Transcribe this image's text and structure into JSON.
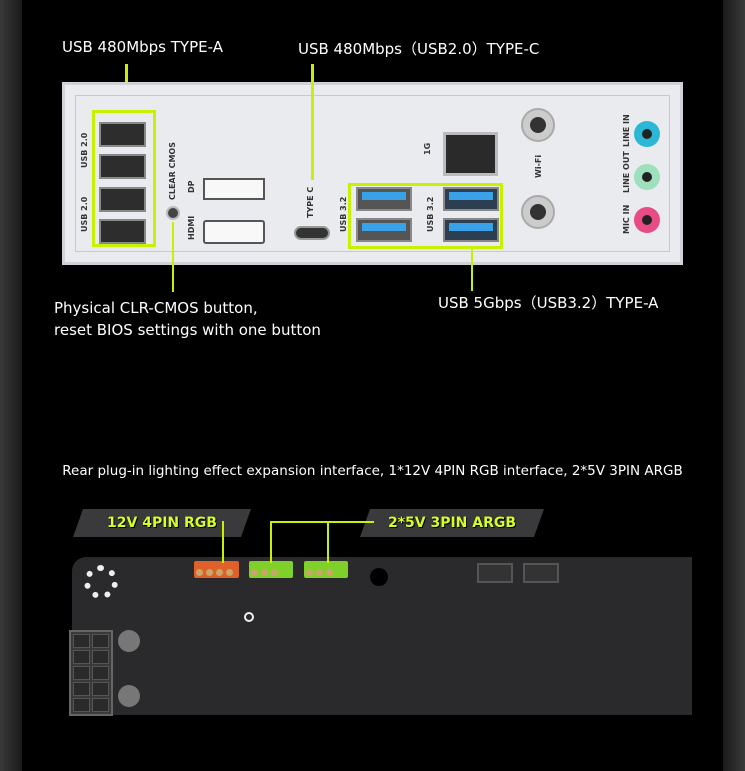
{
  "callouts": {
    "usb2_type_a": "USB 480Mbps TYPE-A",
    "usb2_type_c": "USB 480Mbps（USB2.0）TYPE-C",
    "clr_cmos_line1": "Physical CLR-CMOS button,",
    "clr_cmos_line2": "reset BIOS settings with one button",
    "usb3_type_a": "USB 5Gbps（USB3.2）TYPE-A"
  },
  "panel_labels": {
    "usb20_top": "USB 2.0",
    "usb20_bottom": "USB 2.0",
    "clear_cmos": "CLEAR CMOS",
    "dp": "DP",
    "hdmi": "HDMI",
    "type_c": "TYPE C",
    "usb32_left": "USB 3.2",
    "usb32_right": "USB 3.2",
    "lan": "1G",
    "wifi": "Wi-Fi",
    "line_in": "LINE IN",
    "line_out": "LINE OUT",
    "mic_in": "MIC IN"
  },
  "caption": "Rear plug-in lighting effect expansion interface, 1*12V 4PIN RGB interface, 2*5V 3PIN ARGB",
  "board_labels": {
    "rgb": "12V 4PIN RGB",
    "argb": "2*5V 3PIN ARGB"
  },
  "colors": {
    "accent": "#c8f000",
    "rgb_header": "#e0602a",
    "argb_header": "#7fd12a"
  }
}
